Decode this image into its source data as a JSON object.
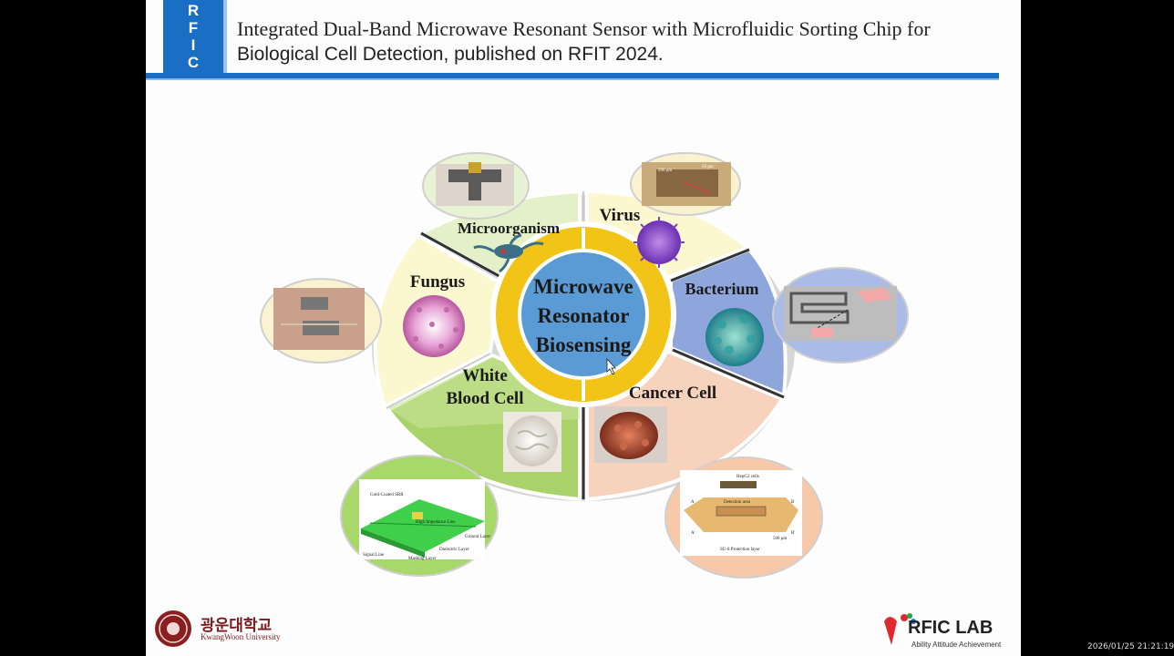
{
  "header": {
    "logo_letters": [
      "R",
      "F",
      "I",
      "C"
    ],
    "title_line1": "Integrated Dual-Band Microwave Resonant Sensor with Microfluidic Sorting Chip for",
    "title_line2": "Biological Cell Detection, published on RFIT 2024."
  },
  "diagram": {
    "center_label_lines": [
      "Microwave",
      "Resonator",
      "Biosensing"
    ],
    "segments": [
      {
        "label": "Microorganism"
      },
      {
        "label": "Virus"
      },
      {
        "label": "Bacterium"
      },
      {
        "label": "Cancer Cell"
      },
      {
        "label": "White Blood Cell",
        "lines": [
          "White",
          "Blood Cell"
        ]
      },
      {
        "label": "Fungus"
      }
    ],
    "inset_srr": {
      "labels": [
        "Gold-Coated SRR",
        "High Impedance Line",
        "Ground Layer",
        "Dielectric Layer",
        "Masking Layer",
        "Signal Line"
      ]
    },
    "inset_chip": {
      "labels": [
        "HepG2 cells",
        "Detection area",
        "500 μm",
        "SU-8 Protection layer",
        "A",
        "A'",
        "B",
        "B'"
      ]
    },
    "inset_virus": {
      "labels": [
        "200 μm",
        "50 μm"
      ]
    },
    "colors": {
      "green_light": "#e4f1c8",
      "green": "#a9d36a",
      "yellow": "#fbf7cf",
      "blue": "#8ea6dc",
      "peach": "#f7d2bc",
      "ring": "#f2c417",
      "center": "#5b9bd5",
      "brand_blue": "#1a6fc4"
    }
  },
  "footer": {
    "university_name": "광운대학교",
    "university_sub": "KwangWoon University",
    "lab_name": "RFIC LAB",
    "lab_tagline": "Ability Attitude Achievement"
  },
  "timestamp": "2026/01/25 21:21:19"
}
